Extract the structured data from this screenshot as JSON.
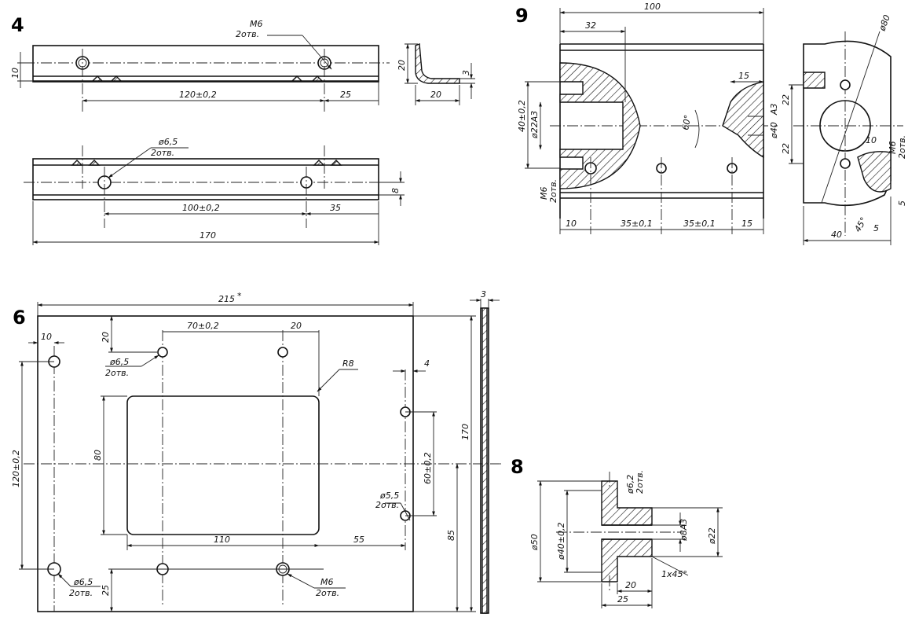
{
  "figures": {
    "fig4": {
      "number": "4",
      "labels": {
        "m6_size": "M6",
        "m6_count": "2отв.",
        "d65_size": "ø6,5",
        "d65_count": "2отв.",
        "dim_10": "10",
        "dim_120": "120±0,2",
        "dim_25": "25",
        "dim_20v": "20",
        "dim_20h": "20",
        "dim_3": "3",
        "dim_100": "100±0,2",
        "dim_35": "35",
        "dim_170": "170",
        "dim_8": "8"
      }
    },
    "fig9": {
      "number": "9",
      "labels": {
        "dim_100": "100",
        "dim_32": "32",
        "dim_15": "15",
        "angle_60": "60°",
        "a3": "A3",
        "d40": "ø40",
        "d22": "ø22A3",
        "dim_40": "40±0,2",
        "m6": "M6",
        "m6_count": "2отв.",
        "dim_10": "10",
        "dim_35a": "35±0,1",
        "dim_35b": "35±0,1",
        "dim_15b": "15",
        "d80": "ø80",
        "dim_22a": "22",
        "dim_22b": "22",
        "dim_10s": "10",
        "m6s": "M6",
        "m6s_count": "2отв.",
        "dim_5a": "5",
        "dim_5b": "5",
        "chamfer": "45°",
        "dim_40b": "40"
      }
    },
    "fig6": {
      "number": "6",
      "labels": {
        "dim_215": "215",
        "star": "*",
        "dim_3": "3",
        "dim_10": "10",
        "dim_20": "20",
        "dim_70": "70±0,2",
        "dim_20b": "20",
        "d65": "ø6,5",
        "d65_count": "2отв.",
        "r8": "R8",
        "dim_4": "4",
        "dim_120": "120±0,2",
        "dim_80": "80",
        "dim_170": "170",
        "dim_60": "60±0,2",
        "d55": "ø5,5",
        "d55_count": "2отв.",
        "dim_85": "85",
        "dim_110": "110",
        "dim_55": "55",
        "d65b": "ø6,5",
        "d65b_count": "2отв.",
        "dim_25": "25",
        "m6": "M6",
        "m6_count": "2отв."
      }
    },
    "fig8": {
      "number": "8",
      "labels": {
        "d62": "ø6,2",
        "d62_count": "2отв.",
        "d50": "ø50",
        "d40": "ø40±0,2",
        "d8": "ø8A3",
        "d22": "ø22",
        "chamfer": "1x45°",
        "dim_20": "20",
        "dim_25": "25"
      }
    }
  }
}
